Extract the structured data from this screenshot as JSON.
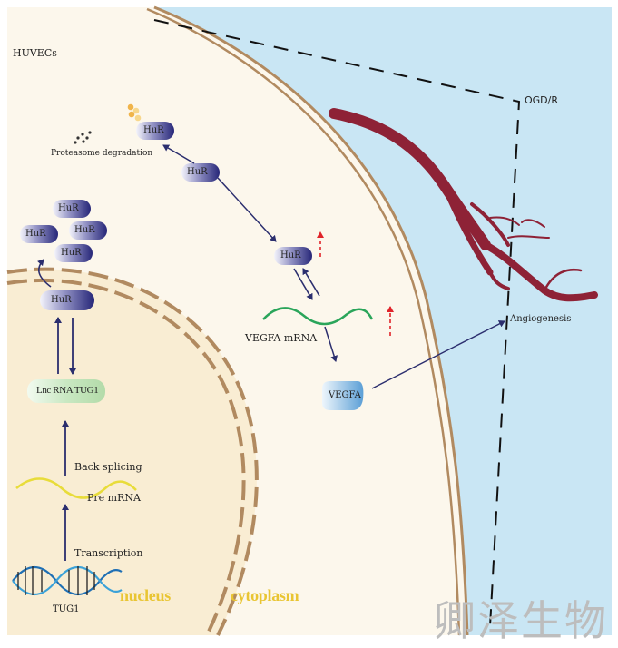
{
  "labels": {
    "cell_type": "HUVECs",
    "condition": "OGD/R",
    "proteasome": "Proteasome degradation",
    "lncrna": "Lnc RNA TUG1",
    "back_splicing": "Back splicing",
    "pre_mrna": "Pre mRNA",
    "transcription": "Transcription",
    "gene": "TUG1",
    "nucleus": "nucleus",
    "cytoplasm": "cytoplasm",
    "vegfa_mrna": "VEGFA mRNA",
    "vegfa_protein": "VEGFA",
    "angiogenesis": "Angiogenesis",
    "hur": "HuR",
    "watermark": "卿泽生物"
  },
  "colors": {
    "outside": "#c9e6f4",
    "cytoplasm": "#fcf7ec",
    "nucleus": "#f9edd3",
    "membrane": "#b18a60",
    "hur_dark": "#2c2c80",
    "arrow": "#2b2e6e",
    "mrna": "#2aa55a",
    "premrna": "#e8dc3a",
    "vessel": "#8e2236",
    "up_arrow": "#e0242a",
    "lncrna_box": "#cdeac7",
    "vegfa_protein": "#6aaadb"
  }
}
